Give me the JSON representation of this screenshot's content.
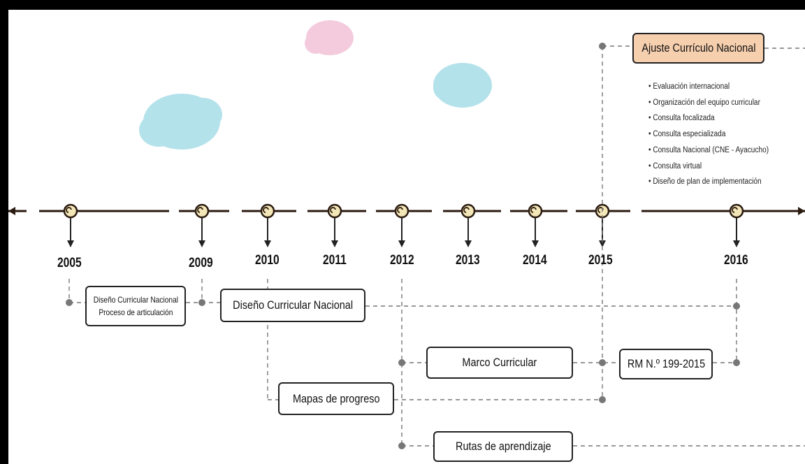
{
  "timeline": {
    "years": [
      "2005",
      "2009",
      "2010",
      "2011",
      "2012",
      "2013",
      "2014",
      "2015",
      "2016"
    ]
  },
  "boxes": {
    "dcn_2005_line1": "Diseño Curricular Nacional",
    "dcn_2005_line2": "Proceso de articulación",
    "dcn_2009": "Diseño Curricular Nacional",
    "marco": "Marco Curricular",
    "rm": "RM N.º 199-2015",
    "mapas": "Mapas de progreso",
    "rutas": "Rutas de aprendizaje",
    "ajuste": "Ajuste Currículo Nacional"
  },
  "ajuste_items": [
    "Evaluación internacional",
    "Organización del equipo curricular",
    "Consulta focalizada",
    "Consulta especializada",
    "Consulta Nacional (CNE - Ayacucho)",
    "Consulta virtual",
    "Diseño de plan de implementación"
  ],
  "colors": {
    "accent_box": "#f6cfae",
    "timeline": "#2a1a10",
    "node": "#f3e7b8",
    "connector": "#777777",
    "cloud_blue": "#a8dde8",
    "cloud_pink": "#f3c2d8"
  }
}
